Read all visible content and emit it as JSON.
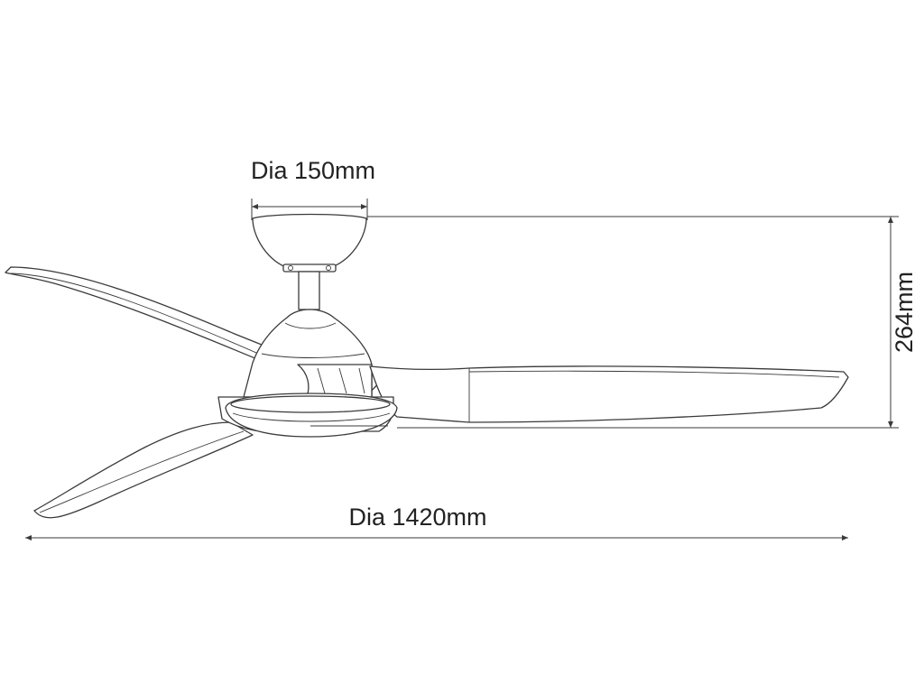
{
  "dimensions": {
    "canopy_diameter": "Dia 150mm",
    "fan_diameter": "Dia 1420mm",
    "height": "264mm"
  },
  "colors": {
    "line": "#3a3a3a",
    "text": "#222222",
    "background": "#ffffff"
  }
}
